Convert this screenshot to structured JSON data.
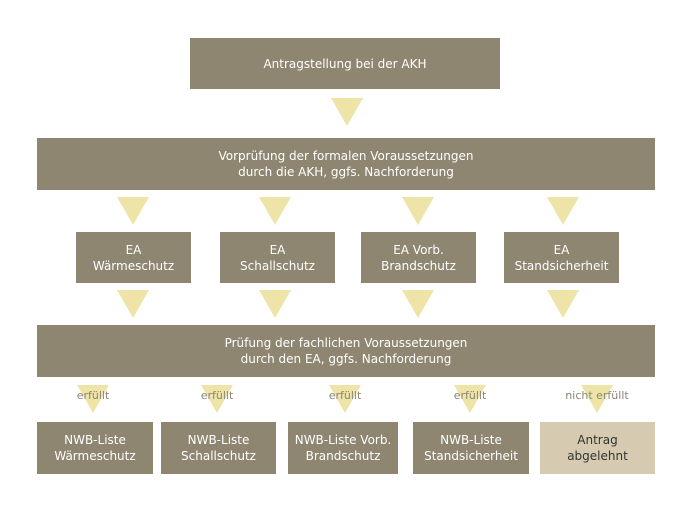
{
  "colors": {
    "box": "#8e8670",
    "rejected_box": "#d6cbb1",
    "arrow": "#efe4a8"
  },
  "step1": "Antragstellung bei der AKH",
  "step2": "Vorprüfung der formalen Voraussetzungen\ndurch die AKH, ggfs. Nachforderung",
  "ea": [
    "EA\nWärmeschutz",
    "EA\nSchallschutz",
    "EA Vorb.\nBrandschutz",
    "EA\nStandsicherheit"
  ],
  "step3": "Prüfung der fachlichen Voraussetzungen\ndurch den EA, ggfs. Nachforderung",
  "outcome_labels": [
    "erfüllt",
    "erfüllt",
    "erfüllt",
    "erfüllt",
    "nicht erfüllt"
  ],
  "results": [
    "NWB-Liste\nWärmeschutz",
    "NWB-Liste\nSchallschutz",
    "NWB-Liste Vorb.\nBrandschutz",
    "NWB-Liste\nStandsicherheit",
    "Antrag\nabgelehnt"
  ]
}
